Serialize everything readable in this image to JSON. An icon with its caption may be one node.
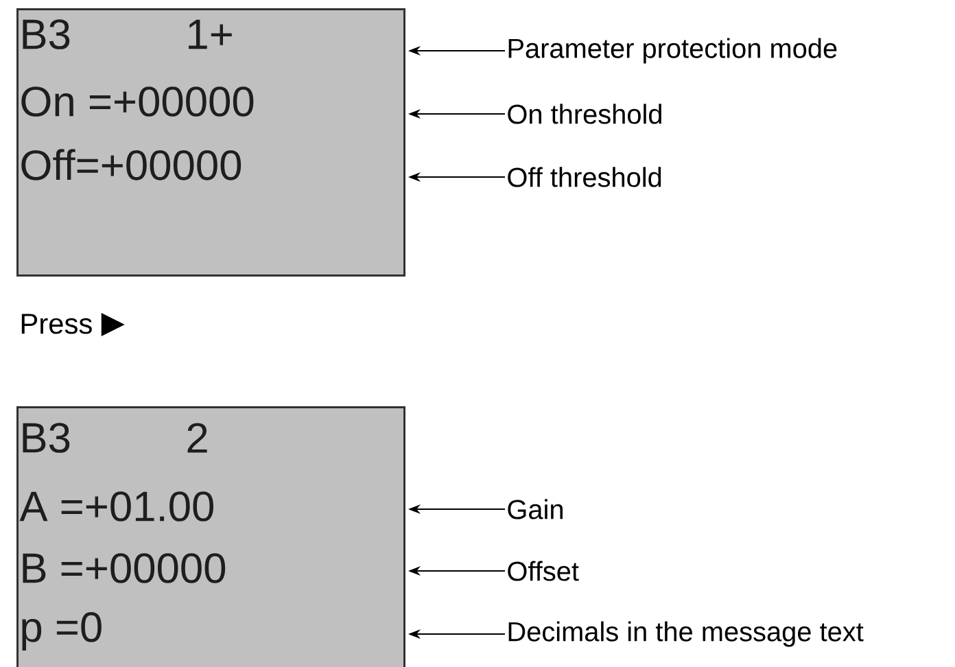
{
  "diagram": {
    "nodes": [
      {
        "text": [
          "B3",
          "1+",
          "On =+00000",
          "Off=+00000"
        ]
      },
      {
        "text": [
          "Parameter protection mode"
        ]
      },
      {
        "text": [
          "On threshold"
        ]
      },
      {
        "text": [
          "Off threshold"
        ]
      },
      {
        "text": [
          "B3",
          "2",
          "A =+01.00",
          "B =+00000",
          "p =0"
        ]
      },
      {
        "text": [
          "Gain"
        ]
      },
      {
        "text": [
          "Offset"
        ]
      },
      {
        "text": [
          "Decimals in the message text"
        ]
      }
    ],
    "edges": [
      {
        "from": 1,
        "to": 0,
        "arrow": "to"
      },
      {
        "from": 2,
        "to": 0,
        "arrow": "to"
      },
      {
        "from": 3,
        "to": 0,
        "arrow": "to"
      },
      {
        "from": 5,
        "to": 4,
        "arrow": "to"
      },
      {
        "from": 6,
        "to": 4,
        "arrow": "to"
      },
      {
        "from": 7,
        "to": 4,
        "arrow": "to"
      }
    ],
    "labels": [
      "Press"
    ]
  }
}
